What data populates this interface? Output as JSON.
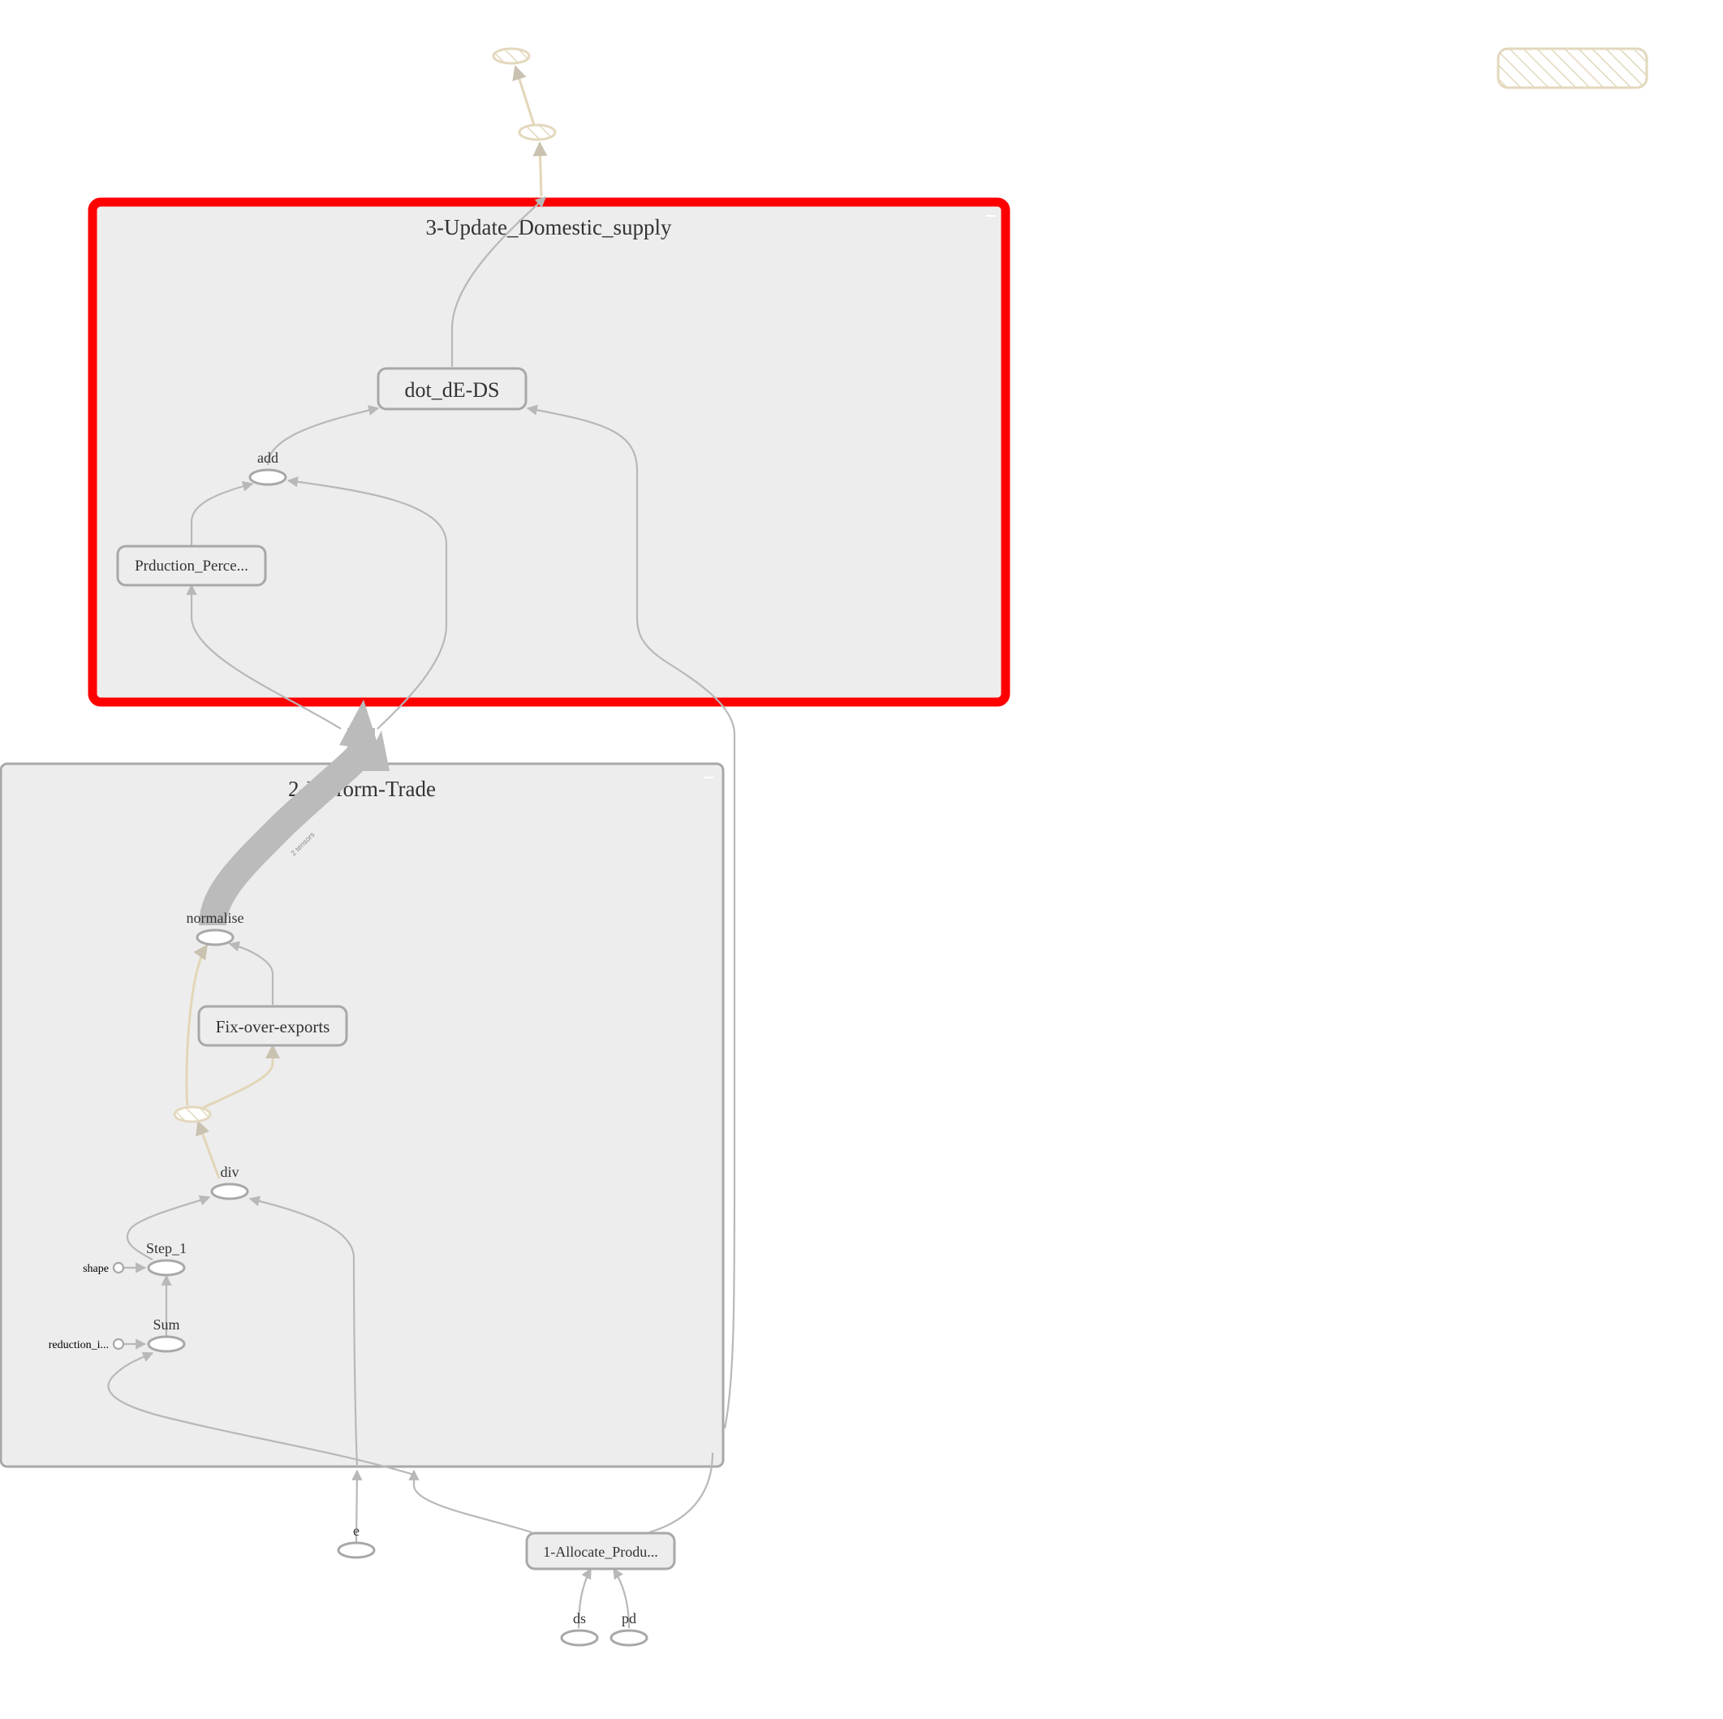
{
  "graph": {
    "groups": {
      "update_domestic_supply": {
        "label": "3-Update_Domestic_supply",
        "selected": true
      },
      "perform_trade": {
        "label": "2-Perform-Trade"
      }
    },
    "nodes": {
      "dot_de_ds": "dot_dE-DS",
      "add": "add",
      "prduction_perce": "Prduction_Perce...",
      "normalise": "normalise",
      "fix_over_exports": "Fix-over-exports",
      "div": "div",
      "step_1": "Step_1",
      "shape": "shape",
      "sum": "Sum",
      "reduction_i": "reduction_i...",
      "e": "e",
      "allocate_produ": "1-Allocate_Produ...",
      "ds": "ds",
      "pd": "pd"
    },
    "edge_labels": {
      "thick_edge": "2 tensors"
    },
    "colors": {
      "selection_border": "#ff0000",
      "group_fill": "#ededed",
      "node_stroke": "#a8a8a8",
      "edge": "#b8b8b8",
      "reference_edge": "#e2d6b8"
    }
  }
}
